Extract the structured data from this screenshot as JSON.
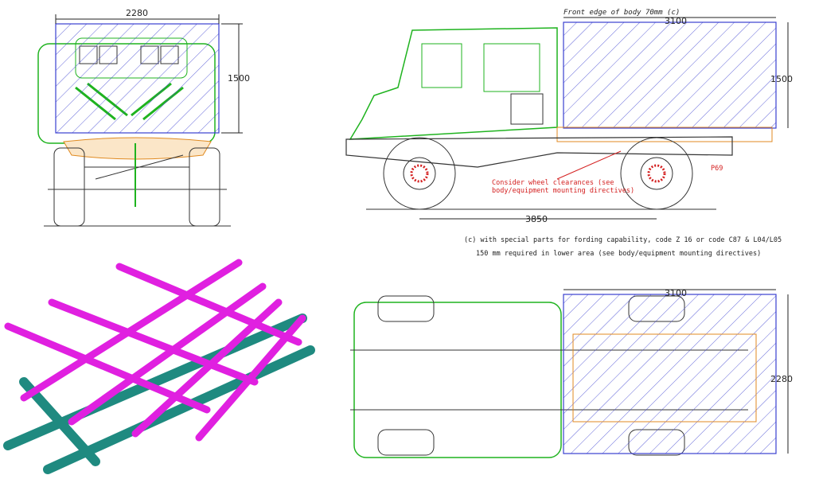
{
  "colors": {
    "body_outline": "#3a3fd0",
    "cab": "#1fb31f",
    "frame": "#e08a20",
    "chassis": "#333333",
    "note": "#d42020",
    "render_subframe": "#e020e0",
    "render_chassis": "#1f8a80"
  },
  "front_view": {
    "width_dim": "2280",
    "height_dim": "1500"
  },
  "side_view": {
    "front_edge_note": "Front edge of body 70mm (c)",
    "body_length_dim": "3100",
    "height_dim": "1500",
    "wheelbase_dim": "3850",
    "wheel_clearance_note_1": "Consider wheel clearances (see",
    "wheel_clearance_note_2": "body/equipment mounting directives)",
    "label_p69": "P69"
  },
  "footnote": {
    "line1": "(c) with special parts for fording capability, code Z 16 or code C87 & L04/L05",
    "line2": "150 mm required in lower area (see body/equipment mounting directives)"
  },
  "top_view": {
    "length_dim": "3100",
    "width_dim": "2280"
  }
}
